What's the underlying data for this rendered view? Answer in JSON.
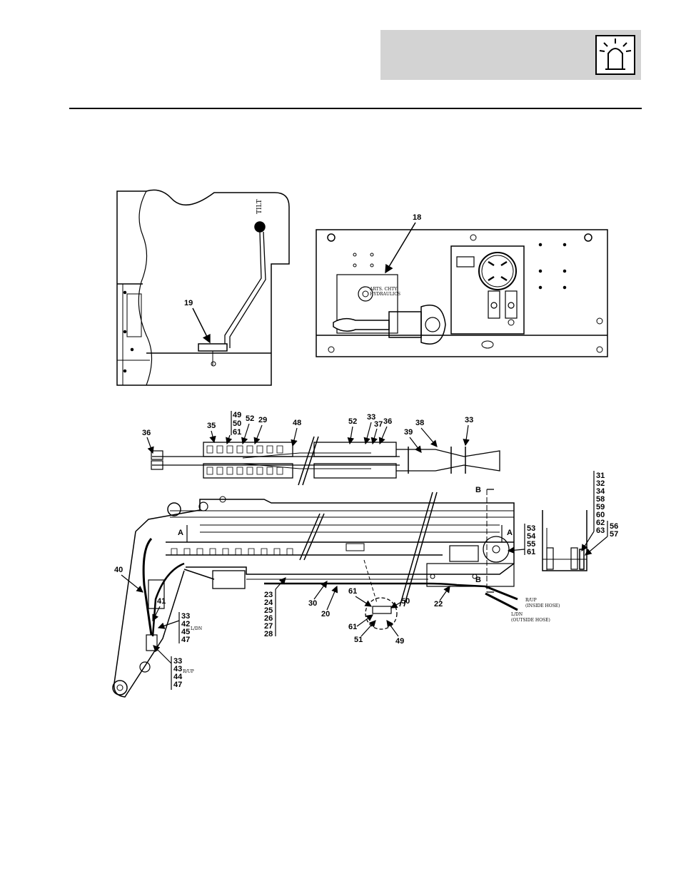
{
  "header": {
    "icon": "warning-beacon-icon"
  },
  "views": {
    "tilt_panel": {
      "lever_label": "TILT",
      "callout": "19"
    },
    "control_panel": {
      "callout": "18",
      "plate_text_1": "ARTS. CHTY",
      "plate_text_2": "HYDRAULICS"
    },
    "top_view": {
      "c36": "36",
      "c35": "35",
      "group_a": [
        "49",
        "50",
        "61"
      ],
      "c52a": "52",
      "c29": "29",
      "c48": "48",
      "c52b": "52",
      "c33a": "33",
      "c37": "37",
      "c36b": "36",
      "c38": "38",
      "c39": "39",
      "c33b": "33"
    },
    "section_view": {
      "section_b": "B",
      "section_a": "A",
      "group_right": [
        "31",
        "32",
        "34",
        "58",
        "59",
        "60",
        "62",
        "63"
      ],
      "group_56": [
        "56",
        "57"
      ],
      "group_53": [
        "53",
        "54",
        "55",
        "61"
      ],
      "c40": "40",
      "c41": "41",
      "group_33_ldn": [
        "33",
        "42",
        "45",
        "47"
      ],
      "ldn_label": "L/DN",
      "group_33_rup": [
        "33",
        "43",
        "44",
        "47"
      ],
      "rup_label": "R/UP",
      "group_23": [
        "23",
        "24",
        "25",
        "26",
        "27",
        "28"
      ],
      "c30": "30",
      "c20": "20",
      "c22": "22",
      "c61a": "61",
      "c50": "50",
      "c61b": "61",
      "c51": "51",
      "c49": "49",
      "hose_rup": "R/UP",
      "hose_rup_sub": "(INSIDE HOSE)",
      "hose_ldn": "L/DN",
      "hose_ldn_sub": "(OUTSIDE HOSE)"
    }
  }
}
